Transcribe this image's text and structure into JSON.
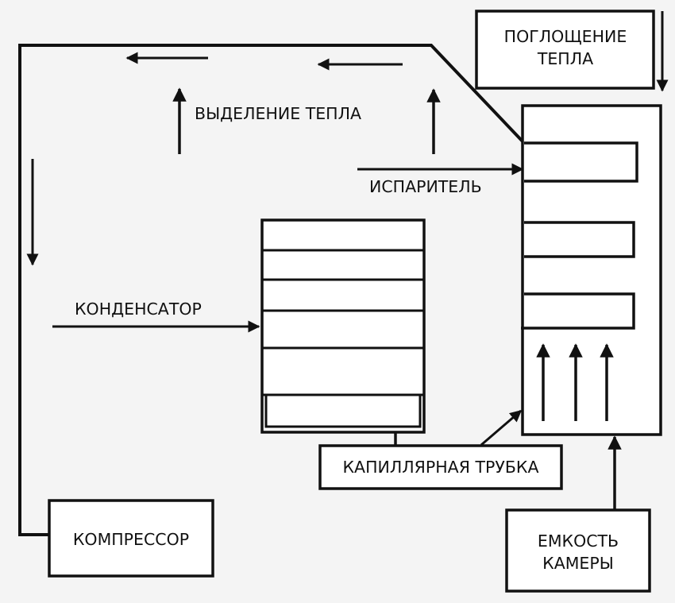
{
  "labels": {
    "heat_absorption": "ПОГЛОЩЕНИЕ\nТЕПЛА",
    "heat_release": "ВЫДЕЛЕНИЕ ТЕПЛА",
    "evaporator": "ИСПАРИТЕЛЬ",
    "condenser": "КОНДЕНСАТОР",
    "capillary_tube": "КАПИЛЛЯРНАЯ ТРУБКА",
    "compressor": "КОМПРЕССОР",
    "chamber_capacity": "ЕМКОСТЬ\nКАМЕРЫ"
  },
  "colors": {
    "background": "#f4f4f4",
    "line": "#111111",
    "text": "#111111"
  }
}
